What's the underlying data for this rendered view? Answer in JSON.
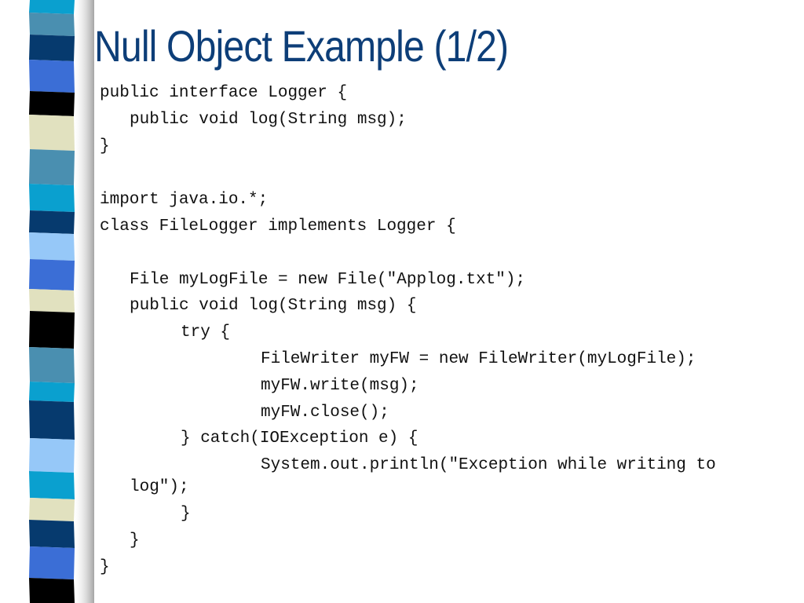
{
  "slide": {
    "title": "Null Object Example (1/2)"
  },
  "code": {
    "lines": [
      "public interface Logger {",
      "public void log(String msg);",
      "}",
      "import java.io.*;",
      "class FileLogger implements Logger {",
      "File myLogFile = new File(\"Applog.txt\");",
      "public void log(String msg) {",
      "try {",
      "FileWriter myFW = new FileWriter(myLogFile);",
      "myFW.write(msg);",
      "myFW.close();",
      "} catch(IOException e) {",
      "System.out.println(\"Exception while writing to",
      "log\");",
      "}",
      "}",
      "}"
    ]
  },
  "colors": {
    "title": "#0d3e78",
    "strip": [
      "#0aa0cf",
      "#063a6e",
      "#3b6ed6",
      "#000000",
      "#e1e1bf",
      "#4a8fb0",
      "#96c8f8"
    ]
  }
}
